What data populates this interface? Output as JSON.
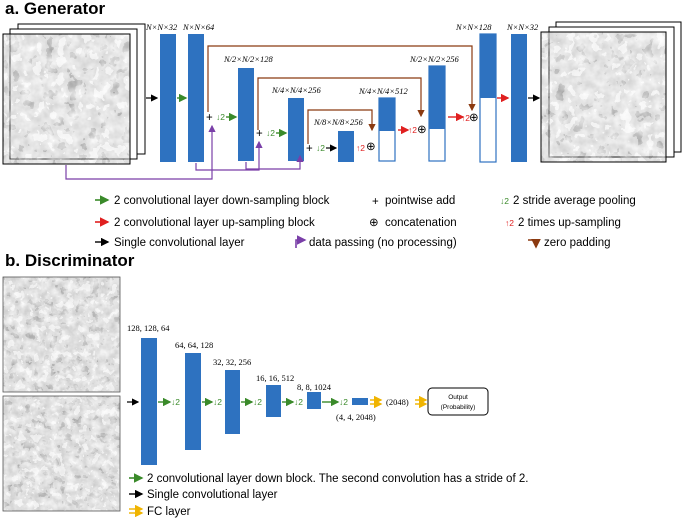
{
  "generator": {
    "title": "a. Generator",
    "dims": {
      "d1": "N×N×32",
      "d2": "N×N×64",
      "d3": "N/2×N/2×128",
      "d4": "N/4×N/4×256",
      "d5": "N/8×N/8×256",
      "d6": "N/4×N/4×512",
      "d7": "N/2×N/2×256",
      "d8": "N×N×128",
      "d9": "N×N×32"
    },
    "pool_symbol": "↓2",
    "up_symbol": "↑2",
    "add_symbol": "+",
    "concat_symbol": "⊕",
    "legend": {
      "down_block": "2 convolutional layer down-sampling block",
      "pointwise_add": "pointwise add",
      "avg_pool": "2 stride average pooling",
      "up_block": "2 convolutional layer up-sampling block",
      "concatenation": "concatenation",
      "upsampling": "2 times up-sampling",
      "single_conv": "Single convolutional layer",
      "data_passing": "data passing (no processing)",
      "zero_padding": "zero padding"
    }
  },
  "discriminator": {
    "title": "b. Discriminator",
    "dims": {
      "d1": "128, 128, 64",
      "d2": "64, 64, 128",
      "d3": "32, 32, 256",
      "d4": "16, 16, 512",
      "d5": "8, 8, 1024",
      "d6": "(4, 4, 2048)",
      "fc": "(2048)"
    },
    "output_label": "Output",
    "output_sub": "(Probability)",
    "legend": {
      "down_block": "2 convolutional layer down block.  The second convolution has a stride of 2.",
      "single_conv": "Single convolutional layer",
      "fc_layer": "FC layer"
    }
  },
  "colors": {
    "block": "#2e72c0",
    "green_arrow": "#3a8a2a",
    "red_arrow": "#e02020",
    "purple": "#7a3fa8",
    "brown": "#8b3a10",
    "yellow": "#f0b400"
  }
}
